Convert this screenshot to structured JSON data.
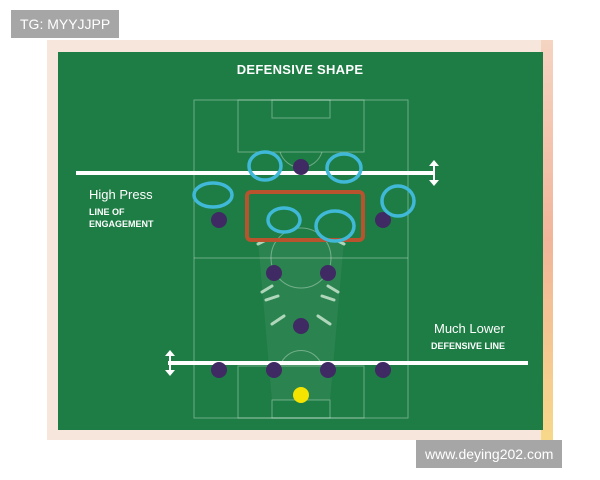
{
  "diagram": {
    "title": "DEFENSIVE SHAPE",
    "high_press": {
      "label": "High Press",
      "sublabel_line1": "LINE OF",
      "sublabel_line2": "ENGAGEMENT"
    },
    "much_lower": {
      "label": "Much Lower",
      "sublabel": "DEFENSIVE LINE"
    }
  },
  "watermarks": {
    "top_left": "TG: MYYJJPP",
    "bottom_right": "www.deying202.com"
  },
  "colors": {
    "pitch": "#1e7d45",
    "player": "#3f2a63",
    "goalkeeper": "#f5e300",
    "highlight_ring": "#40b8d8",
    "highlight_box": "#b8532e",
    "lines": "#ffffff"
  }
}
